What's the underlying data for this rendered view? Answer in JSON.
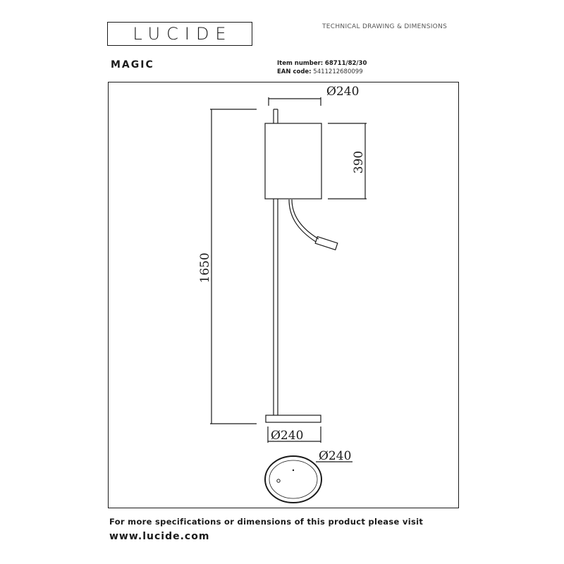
{
  "brand": {
    "logo_text": "LUCIDE"
  },
  "header": {
    "document_title": "TECHNICAL DRAWING & DIMENSIONS"
  },
  "product": {
    "name": "MAGIC",
    "item_number_label": "Item number:",
    "item_number": "68711/82/30",
    "ean_label": "EAN code:",
    "ean": "5411212680099"
  },
  "dimensions": {
    "shade_diameter": "Ø240",
    "shade_height": "390",
    "total_height": "1650",
    "base_diameter_side": "Ø240",
    "base_diameter_top": "Ø240"
  },
  "footer": {
    "note": "For more specifications or dimensions of this product please visit",
    "url": "www.lucide.com"
  }
}
